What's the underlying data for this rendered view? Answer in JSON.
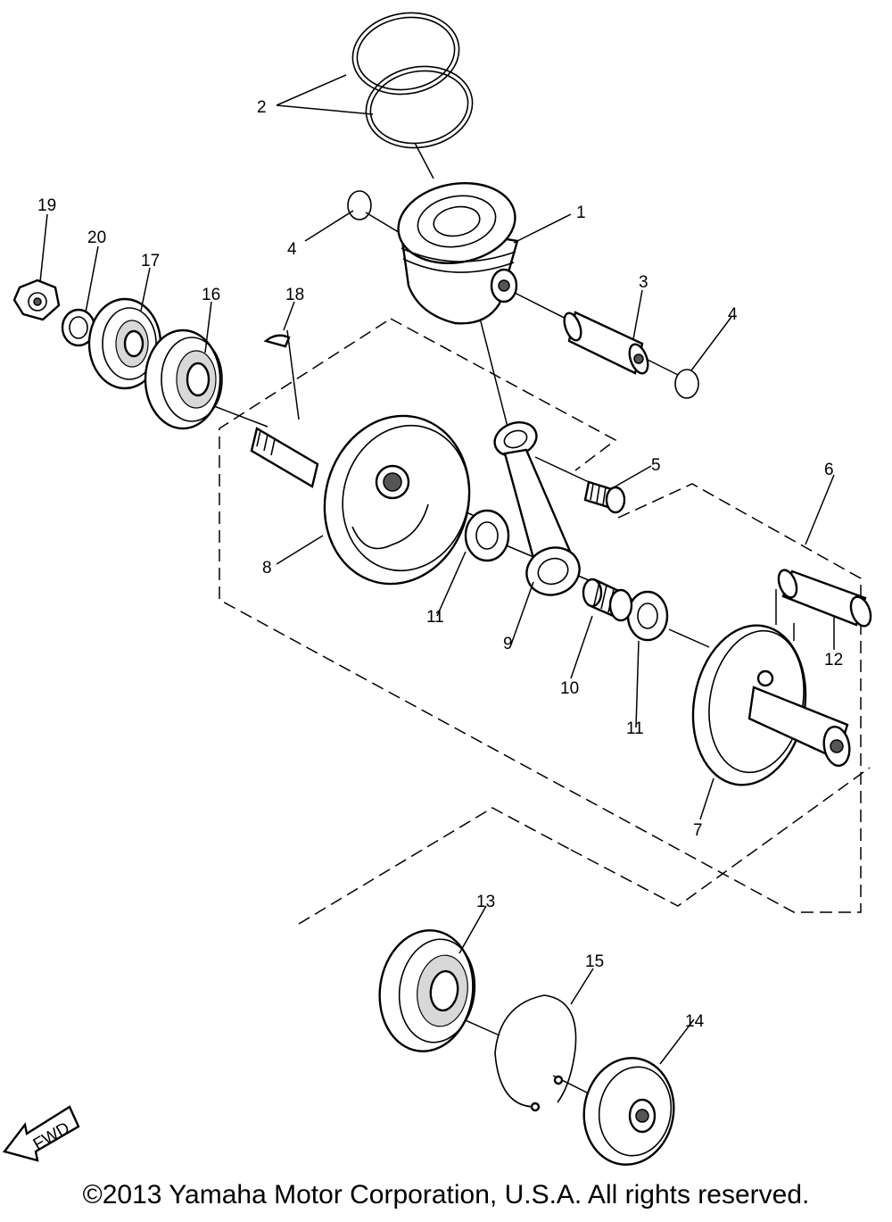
{
  "callouts": [
    "1",
    "2",
    "3",
    "4",
    "4",
    "5",
    "6",
    "7",
    "8",
    "9",
    "10",
    "11",
    "11",
    "12",
    "13",
    "14",
    "15",
    "16",
    "17",
    "18",
    "19",
    "20"
  ],
  "fwd_text": "FWD",
  "copyright": "©2013 Yamaha Motor Corporation, U.S.A. All rights reserved."
}
